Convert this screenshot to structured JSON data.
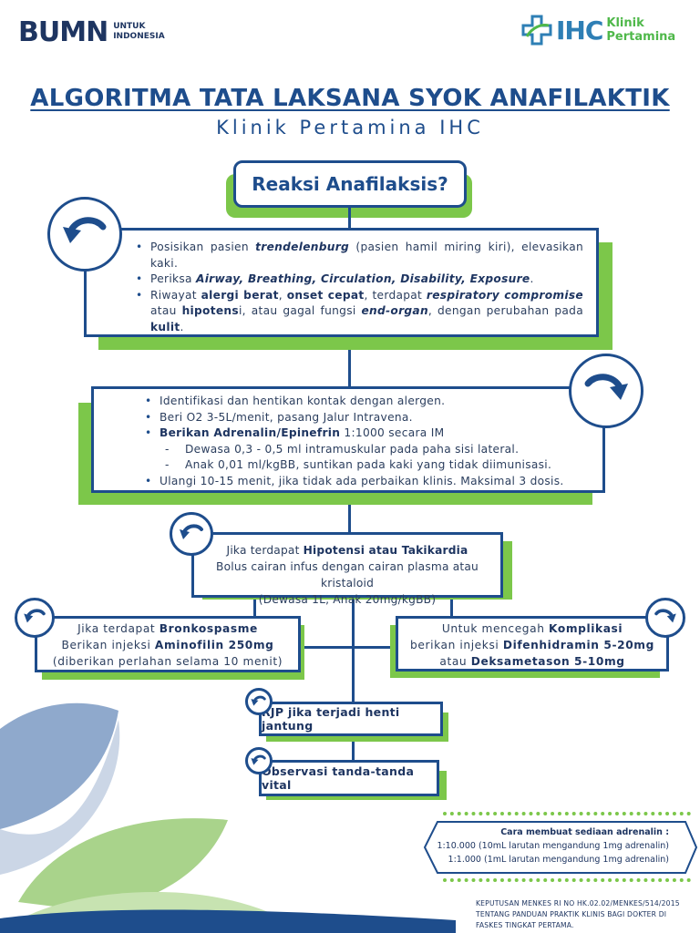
{
  "header": {
    "bumn_logo": "BUMN",
    "bumn_sub1": "UNTUK",
    "bumn_sub2": "INDONESIA",
    "ihc_logo": "IHC",
    "ihc_sub1": "Klinik",
    "ihc_sub2": "Pertamina"
  },
  "title": "ALGORITMA TATA LAKSANA SYOK ANAFILAKTIK",
  "subtitle": "Klinik Pertamina IHC",
  "question": "Reaksi Anafilaksis?",
  "step1": {
    "b1_pre": "Posisikan pasien ",
    "b1_em": "trendelenburg",
    "b1_post": " (pasien hamil miring kiri), elevasikan kaki.",
    "b2_pre": "Periksa ",
    "b2_em": "Airway, Breathing, Circulation, Disability, Exposure",
    "b2_post": ".",
    "b3_a": "Riwayat ",
    "b3_b": "alergi berat",
    "b3_c": ", ",
    "b3_d": "onset cepat",
    "b3_e": ", terdapat ",
    "b3_f": "respiratory compromise",
    "b3_g": " atau ",
    "b3_h": "hipotens",
    "b3_i": "i, atau gagal fungsi ",
    "b3_j": "end-organ",
    "b3_k": ", dengan perubahan pada ",
    "b3_l": "kulit",
    "b3_m": "."
  },
  "step2": {
    "b1": "Identifikasi dan hentikan kontak dengan alergen.",
    "b2": "Beri O2 3-5L/menit, pasang Jalur Intravena.",
    "b3_bold": "Berikan Adrenalin/Epinefrin",
    "b3_post": " 1:1000 secara IM",
    "d1": "Dewasa 0,3 - 0,5 ml intramuskular pada paha sisi lateral.",
    "d2": "Anak 0,01 ml/kgBB, suntikan pada kaki yang tidak diimunisasi.",
    "b4": "Ulangi 10-15 menit, jika tidak ada perbaikan klinis. Maksimal 3 dosis."
  },
  "step3": {
    "l1_pre": "Jika terdapat ",
    "l1_bold": "Hipotensi atau Takikardia",
    "l2": "Bolus cairan infus dengan cairan plasma atau kristaloid",
    "l3": "(Dewasa 1L, Anak 20mg/kgBB)"
  },
  "left_box": {
    "l1_pre": "Jika terdapat ",
    "l1_bold": "Bronkospasme",
    "l2_pre": "Berikan injeksi ",
    "l2_bold": "Aminofilin 250mg",
    "l3": "(diberikan perlahan selama 10 menit)"
  },
  "right_box": {
    "l1_pre": "Untuk mencegah ",
    "l1_bold": "Komplikasi",
    "l2_pre": "berikan injeksi ",
    "l2_bold": "Difenhidramin 5-20mg",
    "l3_pre": "atau ",
    "l3_bold": "Deksametason 5-10mg"
  },
  "rjp": "RJP jika terjadi henti jantung",
  "observasi": "Observasi tanda-tanda vital",
  "adrenalin_note": {
    "title": "Cara membuat sediaan adrenalin :",
    "l1": "1:10.000 (10mL larutan mengandung 1mg adrenalin)",
    "l2": "1:1.000 (1mL larutan mengandung 1mg adrenalin)"
  },
  "footer": {
    "l1": "KEPUTUSAN MENKES RI NO HK.02.02/MENKES/514/2015",
    "l2": "TENTANG PANDUAN PRAKTIK KLINIS BAGI DOKTER DI",
    "l3": "FASKES TINGKAT PERTAMA."
  },
  "colors": {
    "navy": "#1e4d8c",
    "green": "#7cc74a",
    "leaf_blue": "#8fa9cc",
    "leaf_green": "#a9d38b"
  }
}
